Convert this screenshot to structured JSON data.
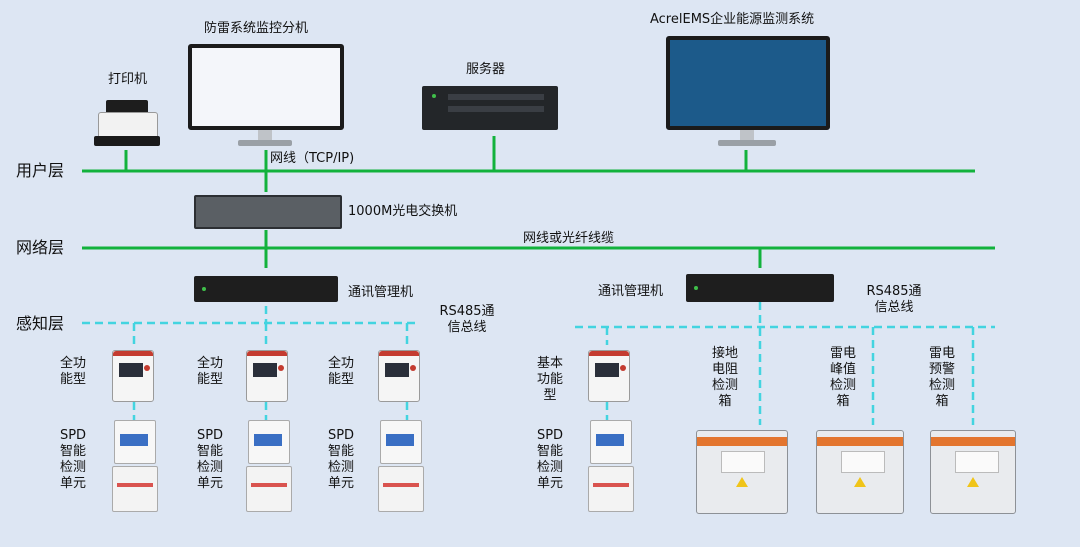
{
  "colors": {
    "bus_line": "#12b23c",
    "rs485_line": "#43d4e0",
    "background": "#dde6f3"
  },
  "layers": {
    "user": "用户层",
    "network": "网络层",
    "sensing": "感知层"
  },
  "devices": {
    "printer": "打印机",
    "monitor_pc": "防雷系统监控分机",
    "server": "服务器",
    "ems": "AcrelEMS企业能源监测系统",
    "switch": "1000M光电交换机",
    "comm_left": "通讯管理机",
    "comm_right": "通讯管理机"
  },
  "connections": {
    "tcpip": "网线（TCP/IP)",
    "fiber": "网线或光纤线缆",
    "rs485_left": "RS485通信总线",
    "rs485_right": "RS485通信总线"
  },
  "sensing": {
    "meter_labels": [
      "全功能型",
      "全功能型",
      "全功能型",
      "基本功能型"
    ],
    "spd_label": "SPD智能检测单元",
    "boxes": [
      "接地电阻检测箱",
      "雷电峰值检测箱",
      "雷电预警检测箱"
    ]
  }
}
